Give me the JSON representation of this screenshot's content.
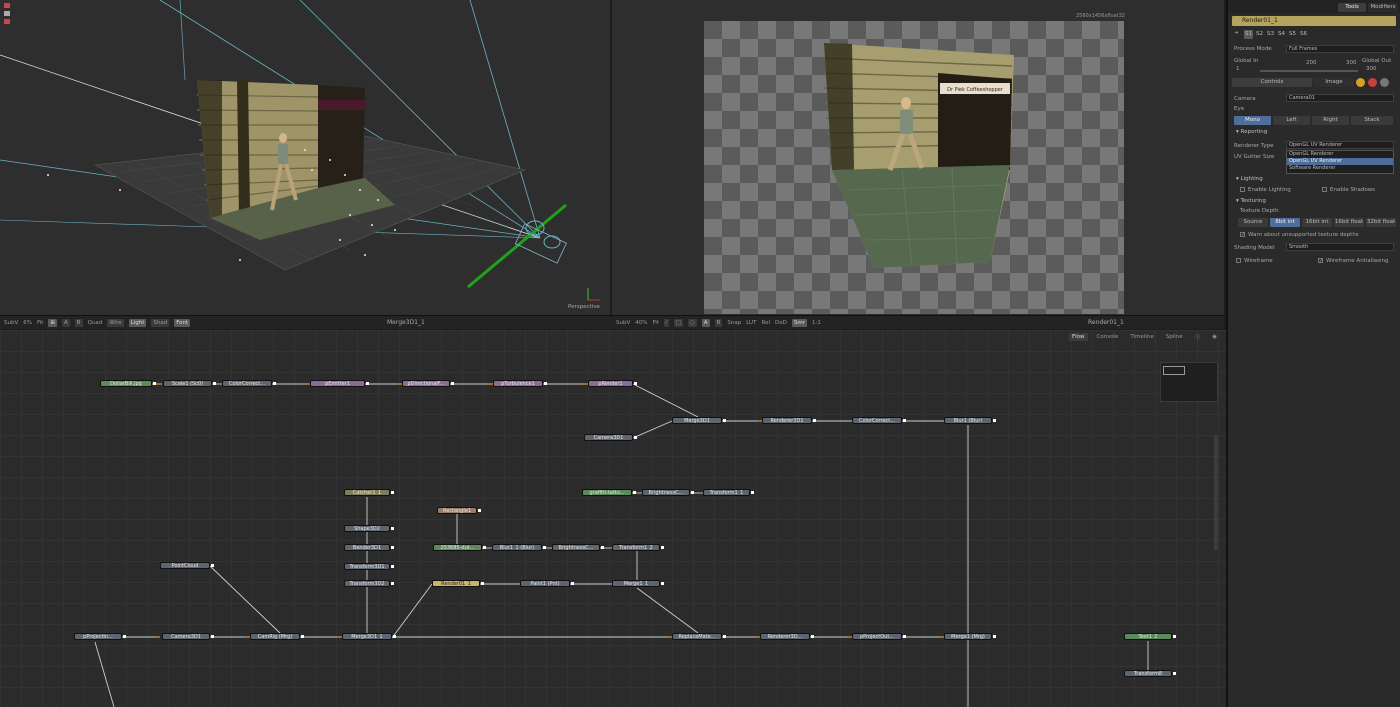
{
  "viewer_left": {
    "label": "Perspective",
    "toolbar": {
      "subview": "SubV",
      "zoom": "6%",
      "fit": "Fit",
      "quad": "Quad",
      "wire": "Wire",
      "light": "Light",
      "shad": "Shad",
      "font": "Font",
      "title": "Merge3D1_1"
    }
  },
  "viewer_right": {
    "info": "2560x1456xfloat32",
    "sign": "Dr Piek Coffeeshopper",
    "toolbar": {
      "subview": "SubV",
      "zoom": "40%",
      "fit": "Fit",
      "smr": "Smr",
      "lut": "LUT",
      "roi": "RoI",
      "dod": "DoD",
      "snap": "Snap",
      "ratio": "1:1",
      "title": "Render01_1"
    }
  },
  "flow_tabs": [
    "Flow",
    "Console",
    "Timeline",
    "Spline"
  ],
  "nodes": [
    {
      "id": "dollar",
      "label": "DollarBill.jpg"
    },
    {
      "id": "scale1",
      "label": "Scale1 (Sc0)"
    },
    {
      "id": "cc1",
      "label": "ColorCorrect..."
    },
    {
      "id": "pemit",
      "label": "pEmitter1"
    },
    {
      "id": "pdir",
      "label": "pDirectionalF..."
    },
    {
      "id": "pturb",
      "label": "pTurbulence1"
    },
    {
      "id": "prender",
      "label": "pRender1"
    },
    {
      "id": "merge3d1",
      "label": "Merge3D1"
    },
    {
      "id": "render3d1",
      "label": "Renderer3D1"
    },
    {
      "id": "cc2",
      "label": "ColorCorrect..."
    },
    {
      "id": "blur1",
      "label": "Blur1 (Blur)"
    },
    {
      "id": "camera1",
      "label": "Camera3D1"
    },
    {
      "id": "graffiti",
      "label": "graffiti-tatto..."
    },
    {
      "id": "bright1",
      "label": "BrightnessC..."
    },
    {
      "id": "transform1",
      "label": "Transform1_1"
    },
    {
      "id": "catcher",
      "label": "Catcher1_1"
    },
    {
      "id": "shape",
      "label": "Shape3D2"
    },
    {
      "id": "bender",
      "label": "Bender3D1"
    },
    {
      "id": "tr3d1",
      "label": "Transform3D1"
    },
    {
      "id": "tr3d2",
      "label": "Transform3D2"
    },
    {
      "id": "rectangle",
      "label": "Rectangle1"
    },
    {
      "id": "file253",
      "label": "253685-dut..."
    },
    {
      "id": "blur11",
      "label": "Blur1_1 (Blur)"
    },
    {
      "id": "bright2",
      "label": "BrightnessC..."
    },
    {
      "id": "tr12",
      "label": "Transform1_2"
    },
    {
      "id": "pointcloud",
      "label": "PointCloud"
    },
    {
      "id": "render011",
      "label": "Render01_1"
    },
    {
      "id": "paint1",
      "label": "Paint1 (Pnt)"
    },
    {
      "id": "merge11",
      "label": "Merge1_1"
    },
    {
      "id": "projectin",
      "label": "pProjectIn..."
    },
    {
      "id": "cam3d1",
      "label": "Camera3D1"
    },
    {
      "id": "camrig",
      "label": "CamRig (Mrg)"
    },
    {
      "id": "merge3d11",
      "label": "Merge3D1_1"
    },
    {
      "id": "replace",
      "label": "ReplaceMate..."
    },
    {
      "id": "render3d2",
      "label": "Renderer3D..."
    },
    {
      "id": "projout",
      "label": "pProjectOut..."
    },
    {
      "id": "merge2",
      "label": "Merge1 (Mrg)"
    },
    {
      "id": "text12",
      "label": "Text1_2"
    },
    {
      "id": "transform8",
      "label": "Transform8"
    }
  ],
  "tools": {
    "tabs": [
      "Tools",
      "Modifiers"
    ],
    "node_title": "Render01_1",
    "subtabs": [
      "S1",
      "S2",
      "S3",
      "S4",
      "S5",
      "S6"
    ],
    "process_mode_label": "Process Mode",
    "process_mode": "Full Frames",
    "global_in_label": "Global In",
    "global_out_label": "Global Out",
    "global_in": "1",
    "mid_a": "200",
    "mid_b": "300",
    "global_out": "300",
    "panel_tabs": [
      "Controls",
      "Image"
    ],
    "camera_label": "Camera",
    "camera_value": "Camera01",
    "eye_label": "Eye",
    "eye_options": [
      "Mono",
      "Left",
      "Right",
      "Stack"
    ],
    "reporting": "Reporting",
    "renderer_type_label": "Renderer Type",
    "renderer_type": "OpenGL UV Renderer",
    "uv_gutter_label": "UV Gutter Size",
    "renderer_options": [
      "OpenGL Renderer",
      "OpenGL UV Renderer",
      "Software Renderer"
    ],
    "lighting": "Lighting",
    "enable_lighting": "Enable Lighting",
    "enable_shadows": "Enable Shadows",
    "texturing": "Texturing",
    "texture_depth_label": "Texture Depth",
    "texture_depths": [
      "Source",
      "8bit int",
      "16bit int",
      "16bit float",
      "32bit float"
    ],
    "warn_label": "Warn about unsupported texture depths",
    "shading_model_label": "Shading Model",
    "shading_model": "Smooth",
    "wireframe": "Wireframe",
    "wireframe_aa": "Wireframe Antialiasing"
  }
}
